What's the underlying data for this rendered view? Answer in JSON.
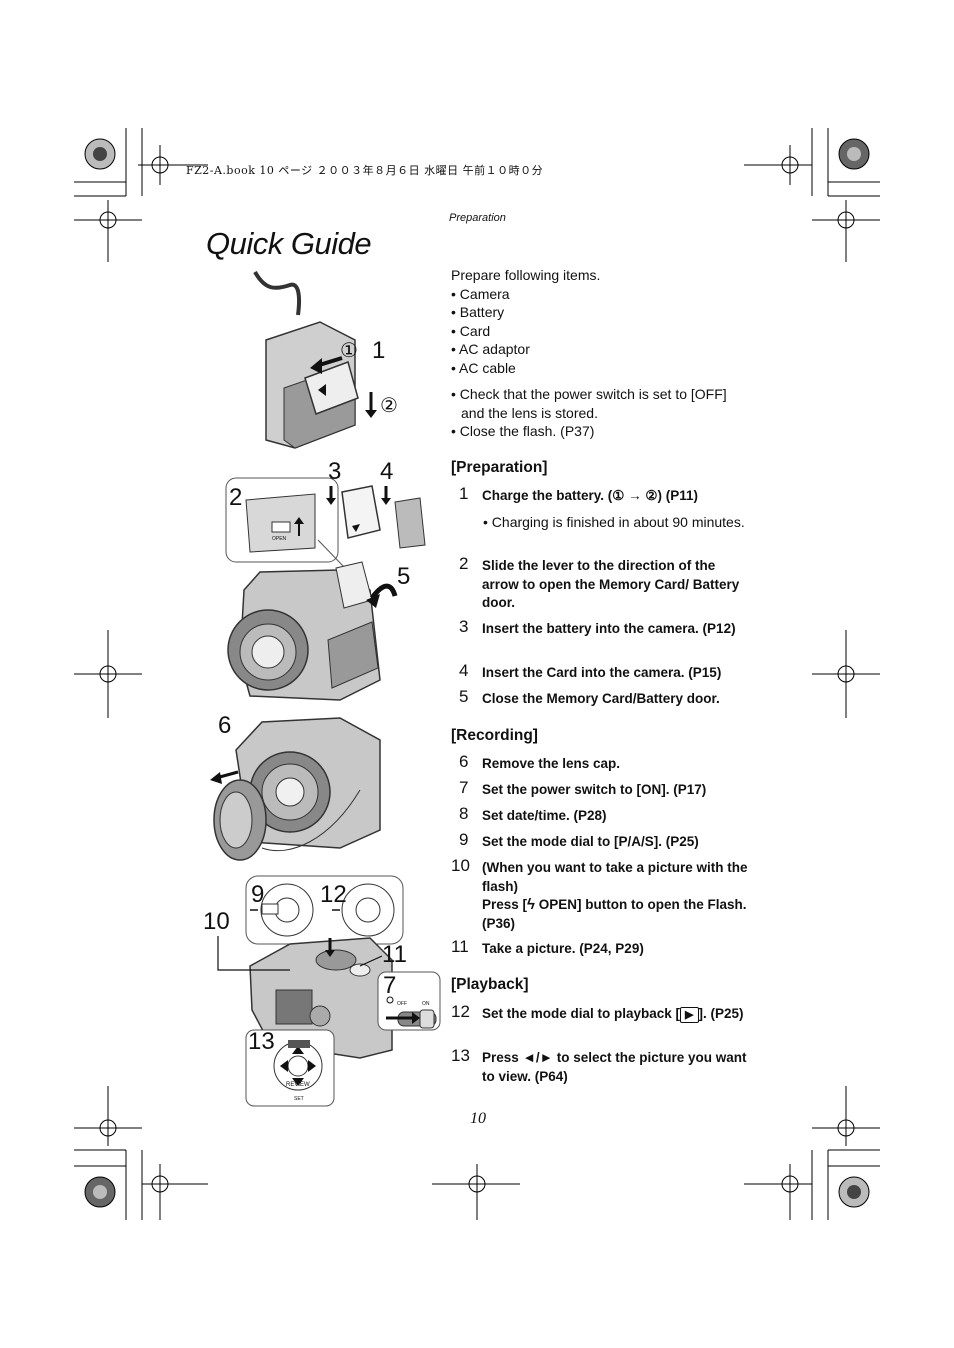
{
  "print_header": "FZ2-A.book  10 ページ  ２００３年８月６日  水曜日  午前１０時０分",
  "section_label": "Preparation",
  "page_title": "Quick Guide",
  "intro": {
    "lead": "Prepare following items.",
    "items": [
      "Camera",
      "Battery",
      "Card",
      "AC adaptor",
      "AC cable"
    ],
    "checks": [
      "Check that the power switch is set to [OFF] and the lens is stored.",
      "Close the flash. (P37)"
    ]
  },
  "preparation": {
    "heading": "[Preparation]",
    "steps": [
      {
        "num": "1",
        "text": "Charge the battery. (① → ②) (P11)"
      },
      {
        "num": "2",
        "text": "Slide the lever to the direction of the arrow to open the Memory Card/ Battery door."
      },
      {
        "num": "3",
        "text": "Insert the battery into the camera. (P12)"
      },
      {
        "num": "4",
        "text": "Insert the Card into the camera. (P15)"
      },
      {
        "num": "5",
        "text": "Close the Memory Card/Battery door."
      }
    ],
    "note": "Charging is finished in about 90 minutes."
  },
  "recording": {
    "heading": "[Recording]",
    "steps": [
      {
        "num": "6",
        "text": "Remove the lens cap."
      },
      {
        "num": "7",
        "text": "Set the power switch to [ON]. (P17)"
      },
      {
        "num": "8",
        "text": "Set date/time. (P28)"
      },
      {
        "num": "9",
        "text": "Set the mode dial to [P/A/S]. (P25)"
      },
      {
        "num": "10",
        "text": "(When you want to take a picture with the flash)",
        "text2a": "Press [",
        "text2b": " OPEN] button to open the Flash. (P36)"
      },
      {
        "num": "11",
        "text": "Take a picture. (P24, P29)"
      }
    ]
  },
  "playback": {
    "heading": "[Playback]",
    "steps": [
      {
        "num": "12",
        "texta": "Set the mode dial to playback [",
        "textb": "]. (P25)"
      },
      {
        "num": "13",
        "text": "Press ◄/► to select the picture you want to view. (P64)"
      }
    ]
  },
  "page_number": "10",
  "illustration_labels": {
    "circ1": "①",
    "l1": "1",
    "circ2": "②",
    "l2": "2",
    "l3": "3",
    "l4": "4",
    "l5": "5",
    "l6": "6",
    "l9": "9",
    "l12": "12",
    "l10": "10",
    "l11": "11",
    "l7": "7",
    "l13": "13",
    "open": "OPEN",
    "off": "OFF",
    "on": "ON",
    "review": "REVIEW",
    "set": "SET"
  },
  "colors": {
    "ink": "#111111",
    "gray": "#9a9a9a",
    "light": "#d8d8d8",
    "dark": "#555555"
  }
}
